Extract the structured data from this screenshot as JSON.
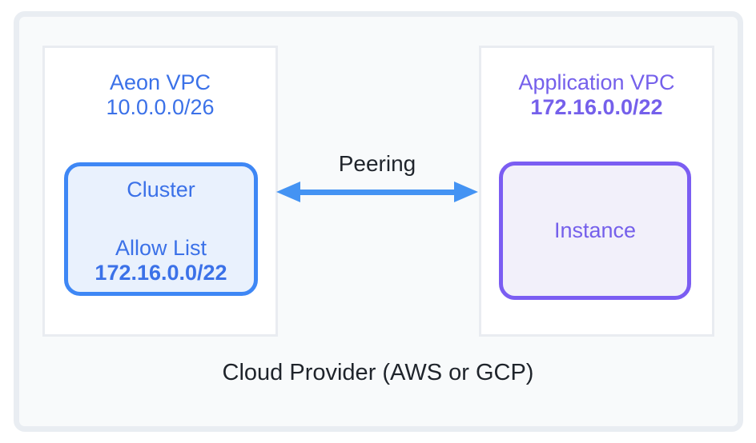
{
  "diagram": {
    "left_vpc": {
      "title": "Aeon VPC",
      "cidr": "10.0.0.0/26",
      "cluster": {
        "label": "Cluster",
        "allow_list_label": "Allow List",
        "allow_list_cidr": "172.16.0.0/22"
      }
    },
    "right_vpc": {
      "title": "Application VPC",
      "cidr": "172.16.0.0/22",
      "instance": {
        "label": "Instance"
      }
    },
    "peering_label": "Peering",
    "footer": "Cloud Provider (AWS or GCP)",
    "colors": {
      "blue_text": "#3b71e8",
      "blue_border": "#3e87f5",
      "blue_fill": "#e9f1fd",
      "arrow_blue": "#4493f3",
      "purple_text": "#7560eb",
      "purple_border": "#7b5df2",
      "purple_fill": "#f2f0fa",
      "canvas_fill": "#f8fafb",
      "canvas_border": "#e9edf2",
      "vpc_box_border": "#e9ecf1",
      "dark_text": "#1f242b"
    }
  }
}
